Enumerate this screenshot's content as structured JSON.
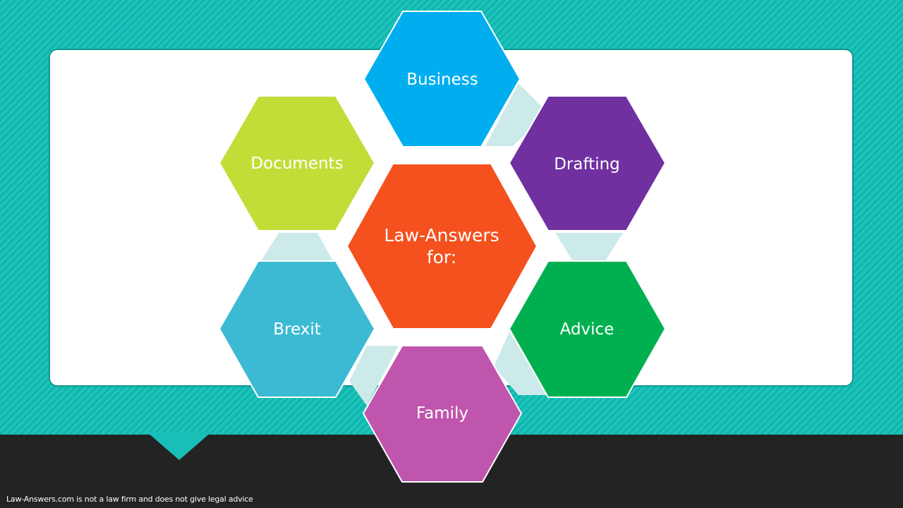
{
  "center": {
    "line1": "Law-Answers",
    "line2": "for:",
    "color": "#f4511e"
  },
  "nodes": [
    {
      "label": "Business",
      "color": "#00aeef"
    },
    {
      "label": "Drafting",
      "color": "#7030a0"
    },
    {
      "label": "Advice",
      "color": "#00b050"
    },
    {
      "label": "Family",
      "color": "#c055ad"
    },
    {
      "label": "Brexit",
      "color": "#3dbad3"
    },
    {
      "label": "Documents",
      "color": "#c3dd38"
    }
  ],
  "connector_color": "#cdeaea",
  "footer": {
    "disclaimer": "Law-Answers.com is not a law firm and does not give legal advice"
  }
}
